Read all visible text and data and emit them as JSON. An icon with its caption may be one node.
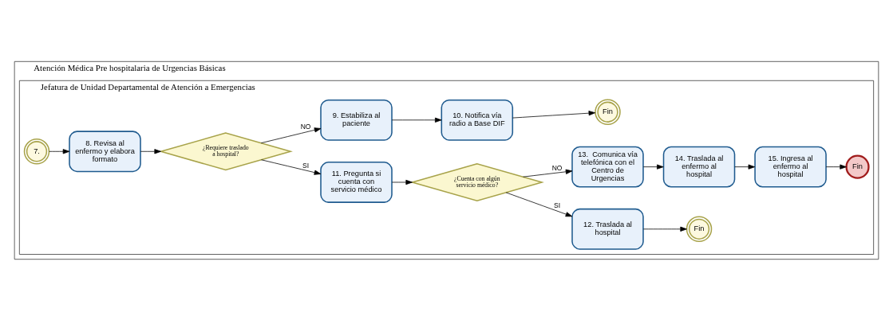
{
  "diagram": {
    "nodes": [
      {
        "text": [
          "Atención Médica Pre hospitalaria de Urgencias Básicas"
        ]
      },
      {
        "text": [
          "Jefatura de Unidad Departamental de Atención a Emergencias"
        ],
        "in": 0
      },
      {
        "text": [
          "7."
        ],
        "in": 1
      },
      {
        "text": [
          "8. Revisa al enfermo y elabora formato"
        ],
        "in": 1
      },
      {
        "text": [
          "¿Requiere traslado a hospital?"
        ],
        "in": 1
      },
      {
        "text": [
          "11. Pregunta si cuenta con servicio médico"
        ],
        "in": 1
      },
      {
        "text": [
          "¿Cuenta con algún servicio médico?"
        ],
        "in": 1
      },
      {
        "text": [
          "12. Traslada al hospital"
        ],
        "in": 1
      },
      {
        "text": [
          "Fin"
        ],
        "in": 1
      },
      {
        "text": [
          "9. Estabiliza al paciente"
        ],
        "in": 1
      },
      {
        "text": [
          "10. Notifica vía radio a Base DIF"
        ],
        "in": 1
      },
      {
        "text": [
          "Fin"
        ],
        "in": 1
      },
      {
        "text": [
          "13.  Comunica vía telefónica con el Centro de Urgencias"
        ],
        "in": 1
      },
      {
        "text": [
          "14. Traslada al enfermo al hospital"
        ],
        "in": 1
      },
      {
        "text": [
          "15. Ingresa al enfermo al hospital"
        ],
        "in": 1
      },
      {
        "text": [
          "Fin"
        ],
        "in": 1
      }
    ],
    "edges": [
      {
        "from": 2,
        "to": 3,
        "arrow": "to"
      },
      {
        "from": 3,
        "to": 4,
        "arrow": "to"
      },
      {
        "from": 4,
        "to": 5,
        "arrow": "to",
        "label": "SI"
      },
      {
        "from": 4,
        "to": 9,
        "arrow": "to",
        "label": "NO"
      },
      {
        "from": 5,
        "to": 6,
        "arrow": "to"
      },
      {
        "from": 6,
        "to": 7,
        "arrow": "to",
        "label": "SI"
      },
      {
        "from": 6,
        "to": 12,
        "arrow": "to",
        "label": "NO"
      },
      {
        "from": 7,
        "to": 8,
        "arrow": "to"
      },
      {
        "from": 9,
        "to": 10,
        "arrow": "to"
      },
      {
        "from": 10,
        "to": 11,
        "arrow": "to"
      },
      {
        "from": 12,
        "to": 13,
        "arrow": "to"
      },
      {
        "from": 13,
        "to": 14,
        "arrow": "to"
      },
      {
        "from": 14,
        "to": 15,
        "arrow": "to"
      }
    ]
  }
}
